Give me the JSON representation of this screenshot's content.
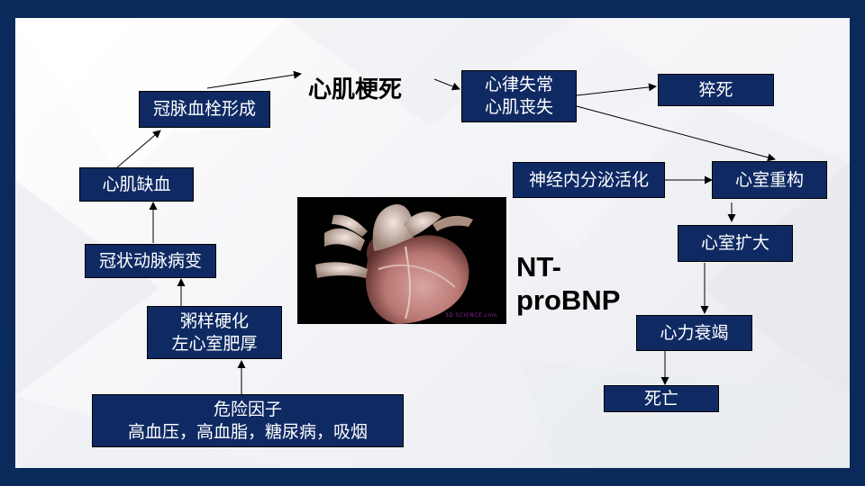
{
  "title": "心肌梗死",
  "marker": "NT-proBNP",
  "marker_line1": "NT-",
  "marker_line2": "proBNP",
  "nodes": {
    "thrombus": "冠脉血栓形成",
    "ischemia": "心肌缺血",
    "cad": "冠状动脉病变",
    "athero1": "粥样硬化",
    "athero2": "左心室肥厚",
    "risk1": "危险因子",
    "risk2": "高血压，高血脂，糖尿病，吸烟",
    "arrhythmia1": "心律失常",
    "arrhythmia2": "心肌丧失",
    "sudden_death": "猝死",
    "neuro": "神经内分泌活化",
    "remodel": "心室重构",
    "dilation": "心室扩大",
    "failure": "心力衰竭",
    "death": "死亡"
  },
  "image": {
    "watermark": "3D SCIENCE.com"
  },
  "colors": {
    "frame": "#0b2a5c",
    "box": "#0f2a63",
    "box_text": "#ffffff",
    "heart": "#c88a86"
  }
}
